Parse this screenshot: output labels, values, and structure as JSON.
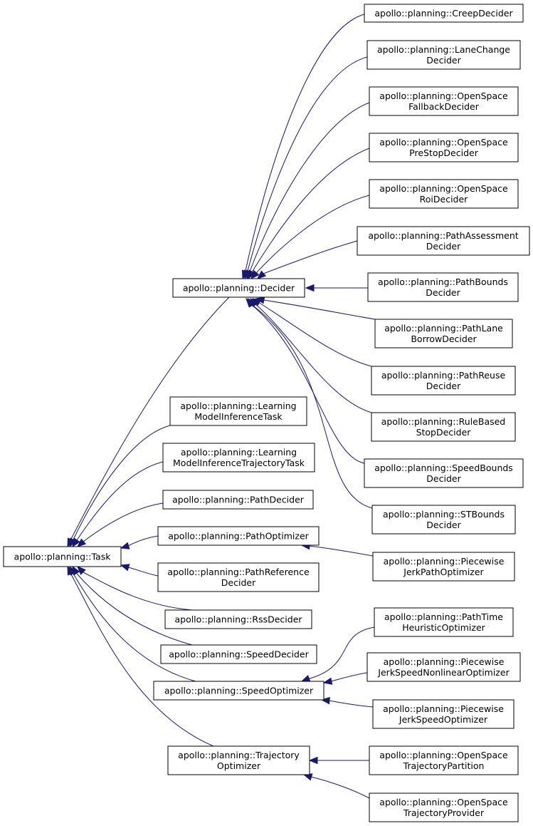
{
  "nodes": {
    "task": [
      "apollo::planning::Task"
    ],
    "decider": [
      "apollo::planning::Decider"
    ],
    "learning_model": [
      "apollo::planning::Learning",
      "ModelInferenceTask"
    ],
    "learning_model_traj": [
      "apollo::planning::Learning",
      "ModelInferenceTrajectoryTask"
    ],
    "path_decider": [
      "apollo::planning::PathDecider"
    ],
    "path_optimizer": [
      "apollo::planning::PathOptimizer"
    ],
    "path_reference": [
      "apollo::planning::PathReference",
      "Decider"
    ],
    "rss_decider": [
      "apollo::planning::RssDecider"
    ],
    "speed_decider": [
      "apollo::planning::SpeedDecider"
    ],
    "speed_optimizer": [
      "apollo::planning::SpeedOptimizer"
    ],
    "trajectory_optimizer": [
      "apollo::planning::Trajectory",
      "Optimizer"
    ],
    "creep_decider": [
      "apollo::planning::CreepDecider"
    ],
    "lane_change": [
      "apollo::planning::LaneChange",
      "Decider"
    ],
    "open_space_fallback": [
      "apollo::planning::OpenSpace",
      "FallbackDecider"
    ],
    "open_space_prestop": [
      "apollo::planning::OpenSpace",
      "PreStopDecider"
    ],
    "open_space_roi": [
      "apollo::planning::OpenSpace",
      "RoiDecider"
    ],
    "path_assessment": [
      "apollo::planning::PathAssessment",
      "Decider"
    ],
    "path_bounds": [
      "apollo::planning::PathBounds",
      "Decider"
    ],
    "path_lane_borrow": [
      "apollo::planning::PathLane",
      "BorrowDecider"
    ],
    "path_reuse": [
      "apollo::planning::PathReuse",
      "Decider"
    ],
    "rule_based_stop": [
      "apollo::planning::RuleBased",
      "StopDecider"
    ],
    "speed_bounds": [
      "apollo::planning::SpeedBounds",
      "Decider"
    ],
    "st_bounds": [
      "apollo::planning::STBounds",
      "Decider"
    ],
    "piecewise_jerk_path": [
      "apollo::planning::Piecewise",
      "JerkPathOptimizer"
    ],
    "path_time_heuristic": [
      "apollo::planning::PathTime",
      "HeuristicOptimizer"
    ],
    "piecewise_jerk_speed_nonlinear": [
      "apollo::planning::Piecewise",
      "JerkSpeedNonlinearOptimizer"
    ],
    "piecewise_jerk_speed": [
      "apollo::planning::Piecewise",
      "JerkSpeedOptimizer"
    ],
    "open_space_traj_partition": [
      "apollo::planning::OpenSpace",
      "TrajectoryPartition"
    ],
    "open_space_traj_provider": [
      "apollo::planning::OpenSpace",
      "TrajectoryProvider"
    ]
  },
  "colors": {
    "edge": "#191970",
    "box": "#000000"
  }
}
